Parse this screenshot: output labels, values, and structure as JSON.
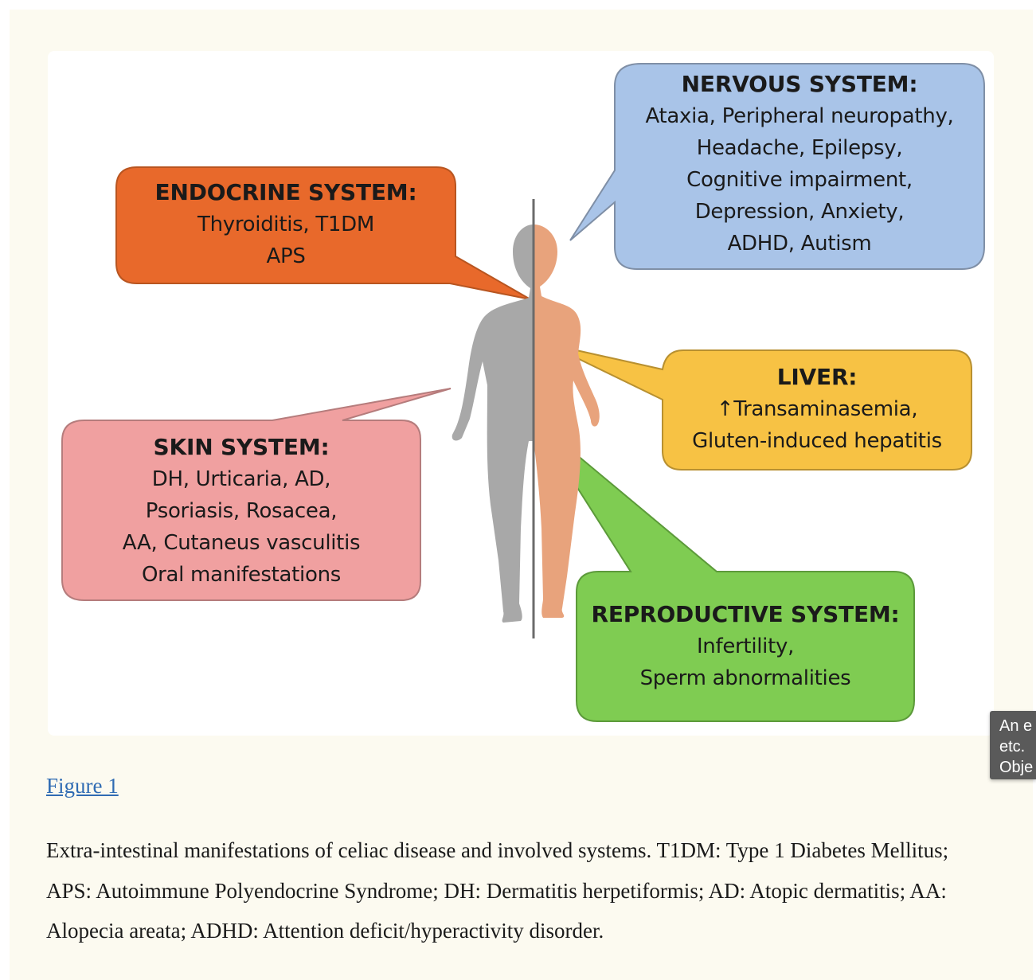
{
  "figure": {
    "callouts": [
      {
        "id": "nervous",
        "heading": "NERVOUS SYSTEM:",
        "lines": [
          "Ataxia, Peripheral neuropathy,",
          "Headache, Epilepsy,",
          "Cognitive impairment,",
          "Depression, Anxiety,",
          "ADHD, Autism"
        ],
        "color": "#a9c4e8"
      },
      {
        "id": "endocrine",
        "heading": "ENDOCRINE SYSTEM:",
        "lines": [
          "Thyroiditis, T1DM",
          "APS"
        ],
        "color": "#e8692b"
      },
      {
        "id": "liver",
        "heading": "LIVER:",
        "lines": [
          "↑Transaminasemia,",
          "Gluten-induced hepatitis"
        ],
        "color": "#f7c244"
      },
      {
        "id": "skin",
        "heading": "SKIN SYSTEM:",
        "lines": [
          "DH, Urticaria, AD,",
          "Psoriasis, Rosacea,",
          "AA, Cutaneus vasculitis",
          "Oral manifestations"
        ],
        "color": "#f0a0a0"
      },
      {
        "id": "reproductive",
        "heading": "REPRODUCTIVE SYSTEM:",
        "lines": [
          "Infertility,",
          "Sperm abnormalities"
        ],
        "color": "#7fcc52"
      }
    ],
    "figure_colors": {
      "male_silhouette": "#a8a8a8",
      "female_silhouette": "#e8a37c",
      "divider": "#6b6b6b"
    }
  },
  "figure_link": "Figure 1",
  "caption": "Extra-intestinal manifestations of celiac disease and involved systems. T1DM: Type 1 Diabetes Mellitus; APS: Autoimmune Polyendocrine Syndrome; DH: Dermatitis herpetiformis; AD: Atopic dermatitis; AA: Alopecia areata; ADHD: Attention deficit/hyperactivity disorder.",
  "tooltip": {
    "lines": [
      "An e",
      "etc.",
      "Obje"
    ]
  },
  "colors": {
    "page_background": "#fcfaf0",
    "link": "#2f6bb3"
  }
}
